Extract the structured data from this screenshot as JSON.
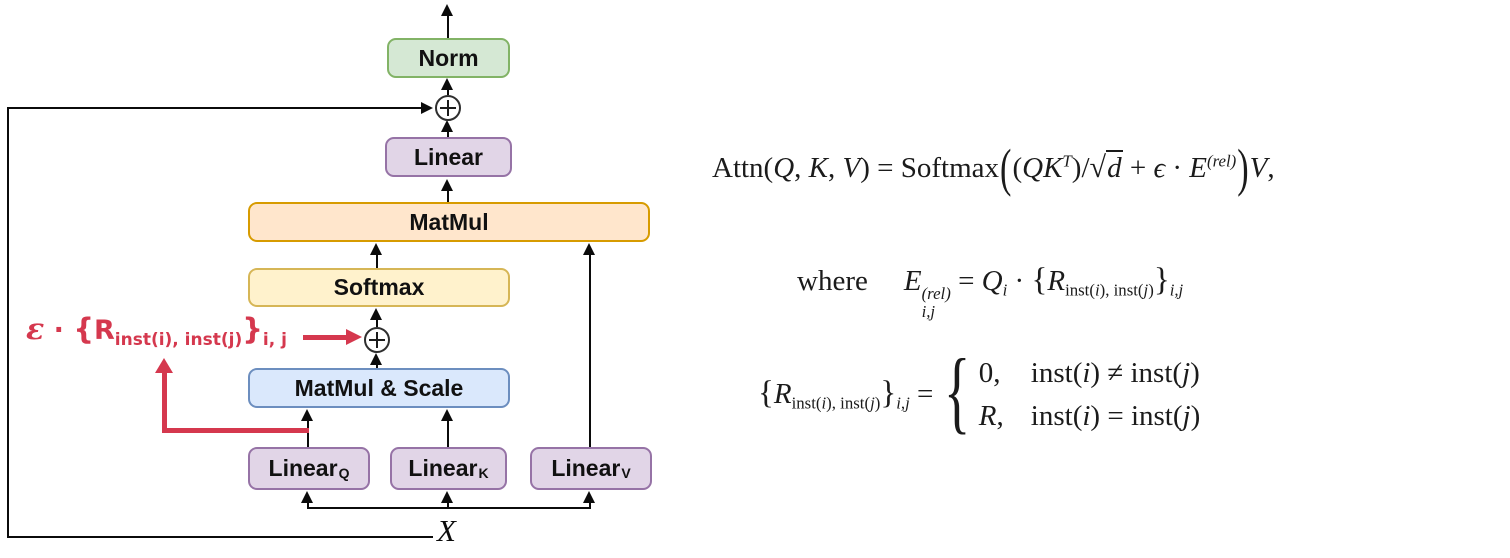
{
  "figure": {
    "blocks": {
      "norm": {
        "label": "Norm"
      },
      "linear_out": {
        "label": "Linear"
      },
      "matmul": {
        "label": "MatMul"
      },
      "softmax": {
        "label": "Softmax"
      },
      "matmul_scale": {
        "label": "MatMul & Scale"
      },
      "linear_q": {
        "label": "Linear",
        "sub": "Q"
      },
      "linear_k": {
        "label": "Linear",
        "sub": "K"
      },
      "linear_v": {
        "label": "Linear",
        "sub": "V"
      }
    },
    "input_label": "X",
    "red_annotation": {
      "tokens": [
        {
          "t": "ε",
          "c": "eps"
        },
        {
          "t": " · ",
          "c": ""
        },
        {
          "t": "{",
          "c": "brc"
        },
        {
          "t": "R",
          "c": ""
        },
        {
          "t": "inst(i), inst(j)",
          "c": "rsub"
        },
        {
          "t": "}",
          "c": "brc"
        },
        {
          "t": "i, j",
          "c": "rsub"
        }
      ]
    }
  },
  "equations": {
    "attn": {
      "tokens": [
        {
          "t": "Attn(",
          "c": ""
        },
        {
          "t": "Q",
          "c": "it"
        },
        {
          "t": ", ",
          "c": ""
        },
        {
          "t": "K",
          "c": "it"
        },
        {
          "t": ", ",
          "c": ""
        },
        {
          "t": "V",
          "c": "it"
        },
        {
          "t": ")",
          "c": ""
        },
        {
          "t": " = ",
          "c": ""
        },
        {
          "t": "Softmax",
          "c": ""
        },
        {
          "t": "(",
          "c": "bigp"
        },
        {
          "t": "(",
          "c": ""
        },
        {
          "t": "QK",
          "c": "it"
        },
        {
          "t": "T",
          "c": "sup it"
        },
        {
          "t": ")",
          "c": ""
        },
        {
          "t": "/",
          "c": ""
        },
        {
          "t": "√",
          "c": "sq"
        },
        {
          "t": "d",
          "c": "it ovl"
        },
        {
          "t": " + ",
          "c": ""
        },
        {
          "t": "ϵ",
          "c": "it"
        },
        {
          "t": " · ",
          "c": ""
        },
        {
          "t": "E",
          "c": "it"
        },
        {
          "t": "(rel)",
          "c": "sup it"
        },
        {
          "t": ")",
          "c": "bigp"
        },
        {
          "t": "V",
          "c": "it"
        },
        {
          "t": ",",
          "c": ""
        }
      ]
    },
    "where_clause": {
      "prefix": "where",
      "base": "E",
      "sup": "(rel)",
      "sub": "i,j",
      "rest_tokens": [
        {
          "t": " = ",
          "c": ""
        },
        {
          "t": "Q",
          "c": "it"
        },
        {
          "t": "i",
          "c": "sub it"
        },
        {
          "t": " · ",
          "c": ""
        },
        {
          "t": "{",
          "c": "br"
        },
        {
          "t": "R",
          "c": "it"
        },
        {
          "t": "inst(",
          "c": "sub"
        },
        {
          "t": "i",
          "c": "sub it"
        },
        {
          "t": "), inst(",
          "c": "sub"
        },
        {
          "t": "j",
          "c": "sub it"
        },
        {
          "t": ")",
          "c": "sub"
        },
        {
          "t": "}",
          "c": "br"
        },
        {
          "t": "i,j",
          "c": "sub it"
        }
      ]
    },
    "cases": {
      "lhs_tokens": [
        {
          "t": "{",
          "c": "br"
        },
        {
          "t": "R",
          "c": "it"
        },
        {
          "t": "inst(",
          "c": "sub"
        },
        {
          "t": "i",
          "c": "sub it"
        },
        {
          "t": "), inst(",
          "c": "sub"
        },
        {
          "t": "j",
          "c": "sub it"
        },
        {
          "t": ")",
          "c": "sub"
        },
        {
          "t": "}",
          "c": "br"
        },
        {
          "t": "i,j",
          "c": "sub it"
        },
        {
          "t": " = ",
          "c": ""
        }
      ],
      "brace": "{",
      "rows": [
        {
          "value": [
            {
              "t": "0,",
              "c": ""
            }
          ],
          "cond": [
            {
              "t": "inst(",
              "c": ""
            },
            {
              "t": "i",
              "c": "it"
            },
            {
              "t": ") ≠ ",
              "c": ""
            },
            {
              "t": "inst(",
              "c": ""
            },
            {
              "t": "j",
              "c": "it"
            },
            {
              "t": ")",
              "c": ""
            }
          ]
        },
        {
          "value": [
            {
              "t": "R",
              "c": "it"
            },
            {
              "t": ",",
              "c": ""
            }
          ],
          "cond": [
            {
              "t": "inst(",
              "c": ""
            },
            {
              "t": "i",
              "c": "it"
            },
            {
              "t": ") = ",
              "c": ""
            },
            {
              "t": "inst(",
              "c": ""
            },
            {
              "t": "j",
              "c": "it"
            },
            {
              "t": ")",
              "c": ""
            }
          ]
        }
      ]
    }
  },
  "colors": {
    "norm_fill": "#d5e8d4",
    "norm_border": "#82b366",
    "linear_fill": "#e1d5e7",
    "linear_border": "#9673a6",
    "matmul_fill": "#ffe6cc",
    "matmul_border": "#d79b00",
    "softmax_fill": "#fff2cc",
    "softmax_border": "#d6b656",
    "matmul_scale_fill": "#dae8fc",
    "matmul_scale_border": "#6c8ebf",
    "annotation_red": "#d5384e",
    "line_black": "#0b0b0b"
  }
}
